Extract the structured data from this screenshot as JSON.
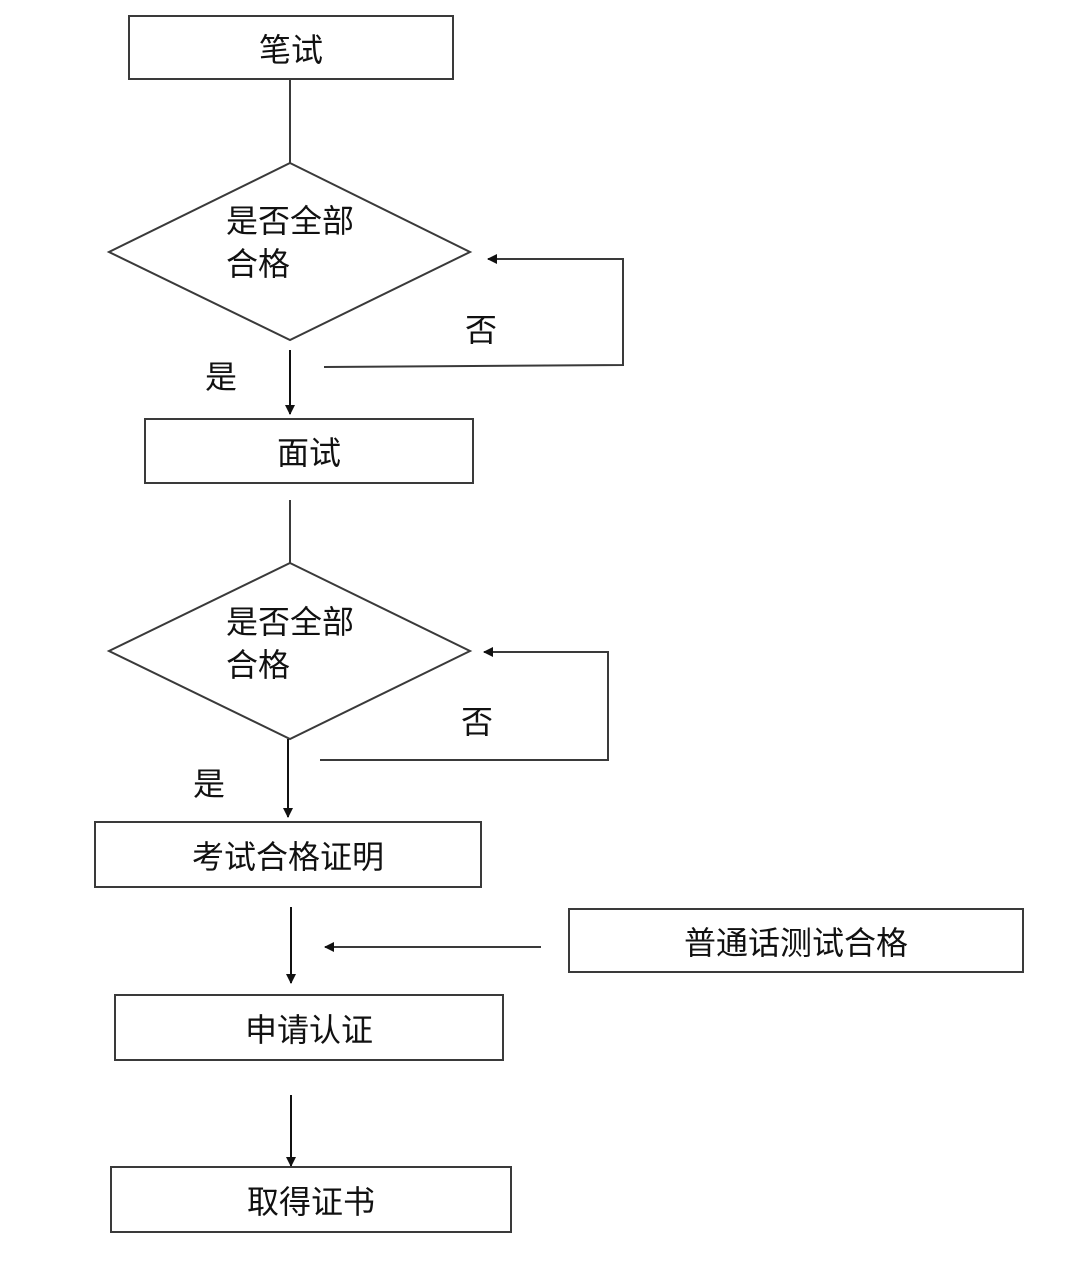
{
  "steps": {
    "written_exam": "笔试",
    "interview": "面试",
    "exam_certificate": "考试合格证明",
    "mandarin_test": "普通话测试合格",
    "apply_certification": "申请认证",
    "obtain_certificate": "取得证书"
  },
  "decisions": {
    "after_written": {
      "line1": "是否全部",
      "line2": "合格",
      "yes": "是",
      "no": "否"
    },
    "after_interview": {
      "line1": "是否全部",
      "line2": "合格",
      "yes": "是",
      "no": "否"
    }
  },
  "colors": {
    "stroke": "#3a3a3a",
    "background": "#ffffff",
    "text": "#111111"
  }
}
